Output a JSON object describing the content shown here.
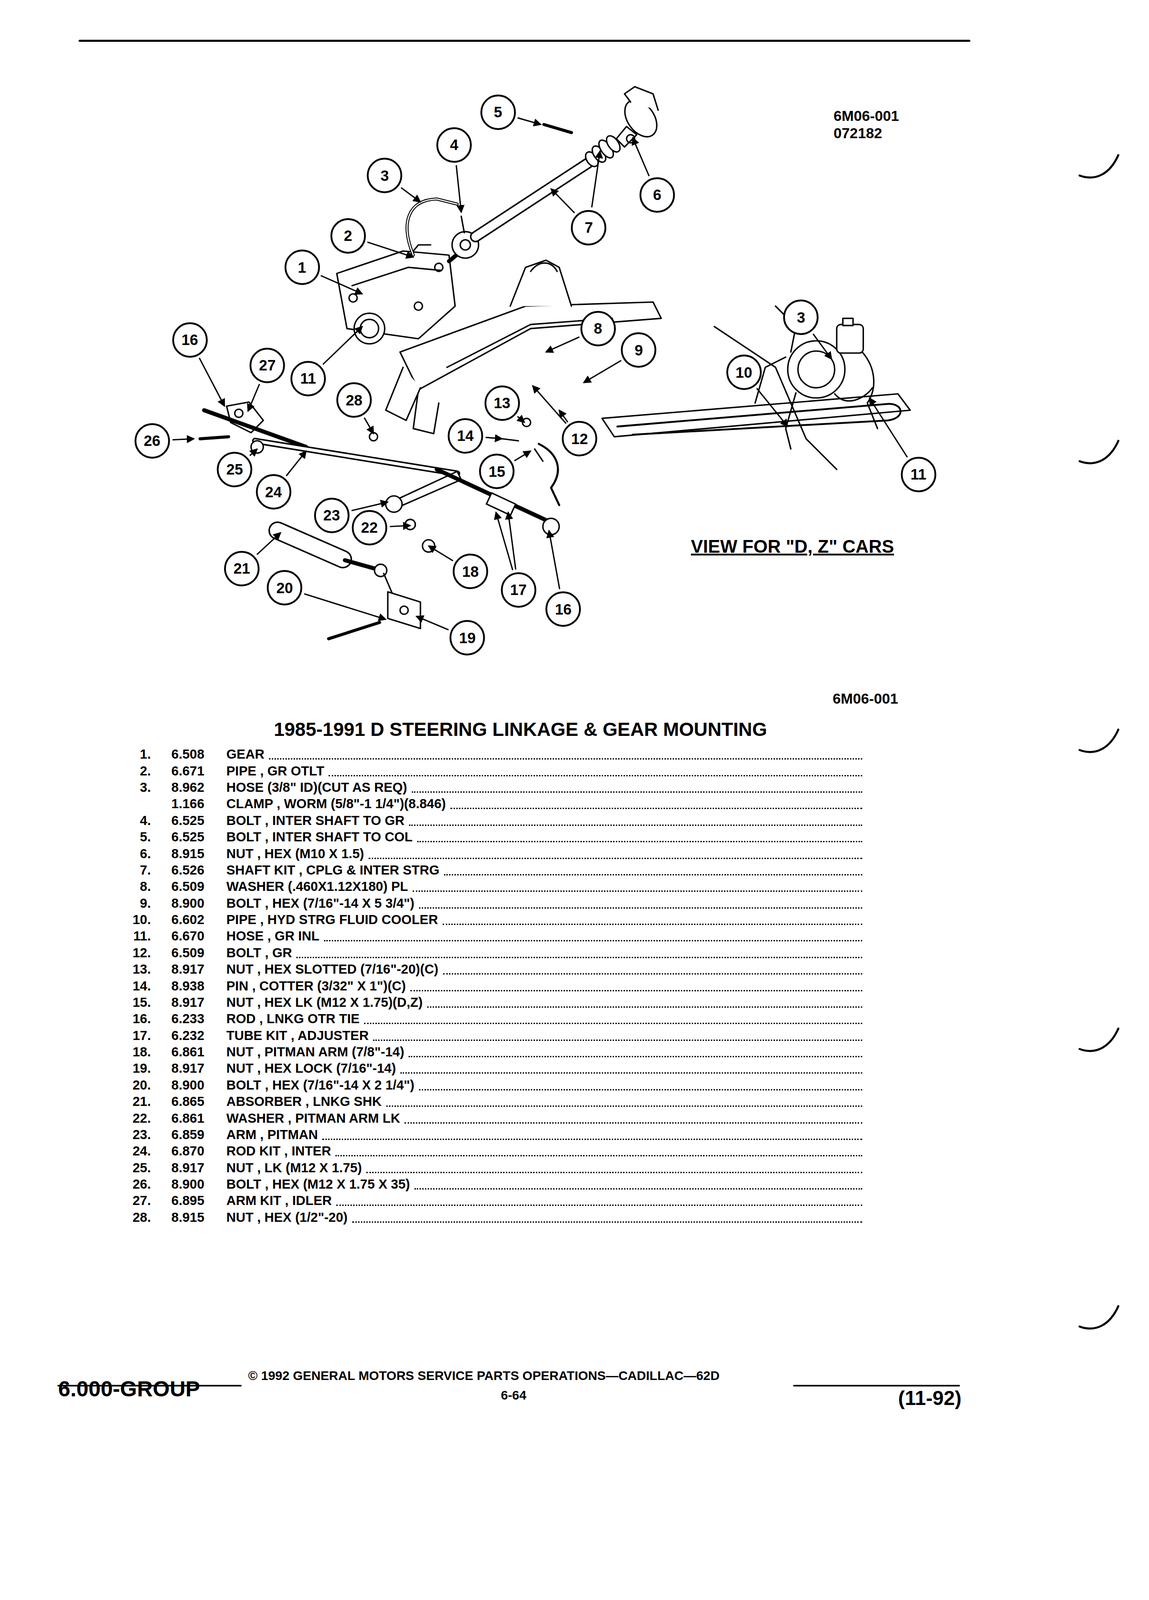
{
  "diagram": {
    "title": "1985-1991 D STEERING LINKAGE & GEAR MOUNTING",
    "nodes": [
      {
        "text": [
          "5"
        ]
      },
      {
        "text": [
          "4"
        ]
      },
      {
        "text": [
          "3"
        ]
      },
      {
        "text": [
          "6"
        ]
      },
      {
        "text": [
          "7"
        ]
      },
      {
        "text": [
          "2"
        ]
      },
      {
        "text": [
          "1"
        ]
      },
      {
        "text": [
          "3"
        ]
      },
      {
        "text": [
          "8"
        ]
      },
      {
        "text": [
          "16"
        ]
      },
      {
        "text": [
          "9"
        ]
      },
      {
        "text": [
          "27"
        ]
      },
      {
        "text": [
          "10"
        ]
      },
      {
        "text": [
          "11"
        ]
      },
      {
        "text": [
          "28"
        ]
      },
      {
        "text": [
          "13"
        ]
      },
      {
        "text": [
          "14"
        ]
      },
      {
        "text": [
          "26"
        ]
      },
      {
        "text": [
          "12"
        ]
      },
      {
        "text": [
          "25"
        ]
      },
      {
        "text": [
          "15"
        ]
      },
      {
        "text": [
          "11"
        ]
      },
      {
        "text": [
          "24"
        ]
      },
      {
        "text": [
          "23"
        ]
      },
      {
        "text": [
          "22"
        ]
      },
      {
        "text": [
          "21"
        ]
      },
      {
        "text": [
          "18"
        ]
      },
      {
        "text": [
          "20"
        ]
      },
      {
        "text": [
          "17"
        ]
      },
      {
        "text": [
          "16"
        ]
      },
      {
        "text": [
          "19"
        ]
      }
    ],
    "labels": [
      "6M06-001",
      "072182",
      "VIEW FOR \"D, Z\" CARS",
      "6M06-001",
      "1.",
      "6.508",
      "GEAR",
      "2.",
      "6.671",
      "PIPE , GR OTLT",
      "3.",
      "8.962",
      "HOSE (3/8\" ID)(CUT AS REQ)",
      "1.166",
      "CLAMP , WORM (5/8\"-1 1/4\")(8.846)",
      "4.",
      "6.525",
      "BOLT , INTER SHAFT TO GR",
      "5.",
      "6.525",
      "BOLT , INTER SHAFT TO COL",
      "6.",
      "8.915",
      "NUT , HEX (M10 X 1.5)",
      "7.",
      "6.526",
      "SHAFT KIT , CPLG & INTER STRG",
      "8.",
      "6.509",
      "WASHER (.460X1.12X180) PL",
      "9.",
      "8.900",
      "BOLT , HEX (7/16\"-14 X 5 3/4\")",
      "10.",
      "6.602",
      "PIPE , HYD STRG FLUID COOLER",
      "11.",
      "6.670",
      "HOSE , GR INL",
      "12.",
      "6.509",
      "BOLT , GR",
      "13.",
      "8.917",
      "NUT , HEX SLOTTED (7/16\"-20)(C)",
      "14.",
      "8.938",
      "PIN , COTTER (3/32\" X 1\")(C)",
      "15.",
      "8.917",
      "NUT , HEX LK (M12 X 1.75)(D,Z)",
      "16.",
      "6.233",
      "ROD , LNKG OTR TIE",
      "17.",
      "6.232",
      "TUBE KIT , ADJUSTER",
      "18.",
      "6.861",
      "NUT , PITMAN ARM (7/8\"-14)",
      "19.",
      "8.917",
      "NUT , HEX LOCK (7/16\"-14)",
      "20.",
      "8.900",
      "BOLT , HEX (7/16\"-14 X 2 1/4\")",
      "21.",
      "6.865",
      "ABSORBER , LNKG SHK",
      "22.",
      "6.861",
      "WASHER , PITMAN ARM LK",
      "23.",
      "6.859",
      "ARM , PITMAN",
      "24.",
      "6.870",
      "ROD KIT , INTER",
      "25.",
      "8.917",
      "NUT , LK (M12 X 1.75)",
      "26.",
      "8.900",
      "BOLT , HEX (M12 X 1.75 X 35)",
      "27.",
      "6.895",
      "ARM KIT , IDLER",
      "28.",
      "8.915",
      "NUT , HEX (1/2\"-20)",
      "6.000-GROUP",
      "© 1992 GENERAL MOTORS SERVICE PARTS OPERATIONS—CADILLAC—62D",
      "6-64",
      "(11-92)"
    ]
  }
}
